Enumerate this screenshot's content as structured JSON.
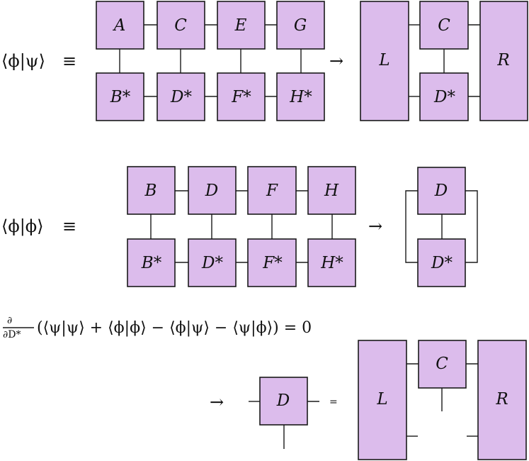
{
  "equations": {
    "overlap_psi": "⟨ϕ|ψ⟩",
    "norm_phi": "⟨ϕ|ϕ⟩",
    "equiv": "≡",
    "arrow": "→",
    "equals": "=",
    "derivative_num": "∂",
    "derivative_den": "∂D*",
    "stationary": "(⟨ψ|ψ⟩ + ⟨ϕ|ϕ⟩ − ⟨ϕ|ψ⟩ − ⟨ψ|ϕ⟩) = 0"
  },
  "row1": {
    "top": [
      "A",
      "C",
      "E",
      "G"
    ],
    "bottom": [
      "B*",
      "D*",
      "F*",
      "H*"
    ],
    "reduced": {
      "left": "L",
      "top": "C",
      "bottom": "D*",
      "right": "R"
    }
  },
  "row2": {
    "top": [
      "B",
      "D",
      "F",
      "H"
    ],
    "bottom": [
      "B*",
      "D*",
      "F*",
      "H*"
    ],
    "reduced": {
      "top": "D",
      "bottom": "D*"
    }
  },
  "row3": {
    "single": "D",
    "rhs": {
      "left": "L",
      "top": "C",
      "right": "R"
    }
  }
}
